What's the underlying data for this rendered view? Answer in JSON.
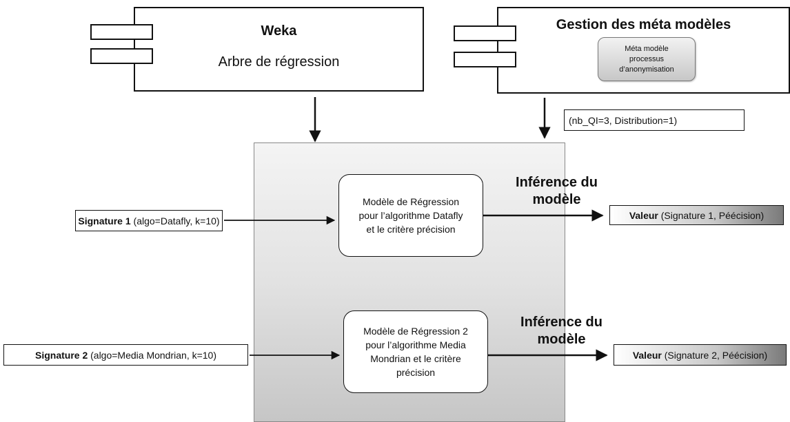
{
  "weka": {
    "title": "Weka",
    "subtitle": "Arbre de régression"
  },
  "meta_management": {
    "title": "Gestion des méta modèles",
    "inner_lines": [
      "Méta modèle",
      "processus",
      "d’anonymisation"
    ]
  },
  "parameters": "(nb_QI=3, Distribution=1)",
  "models": [
    {
      "lines": [
        "Modèle de Régression",
        "pour l’algorithme Datafly",
        "et le critère précision"
      ],
      "signature_bold": "Signature 1",
      "signature_rest": " (algo=Datafly, k=10)",
      "inference_lines": [
        "Inférence du",
        "modèle"
      ],
      "value_bold": "Valeur",
      "value_rest": " (Signature 1, Péécision)"
    },
    {
      "lines": [
        "Modèle de Régression 2",
        "pour l’algorithme Media",
        "Mondrian et le critère",
        "précision"
      ],
      "signature_bold": "Signature 2",
      "signature_rest": " (algo=Media Mondrian, k=10)",
      "inference_lines": [
        "Inférence du",
        "modèle"
      ],
      "value_bold": "Valeur",
      "value_rest": " (Signature 2, Péécision)"
    }
  ]
}
